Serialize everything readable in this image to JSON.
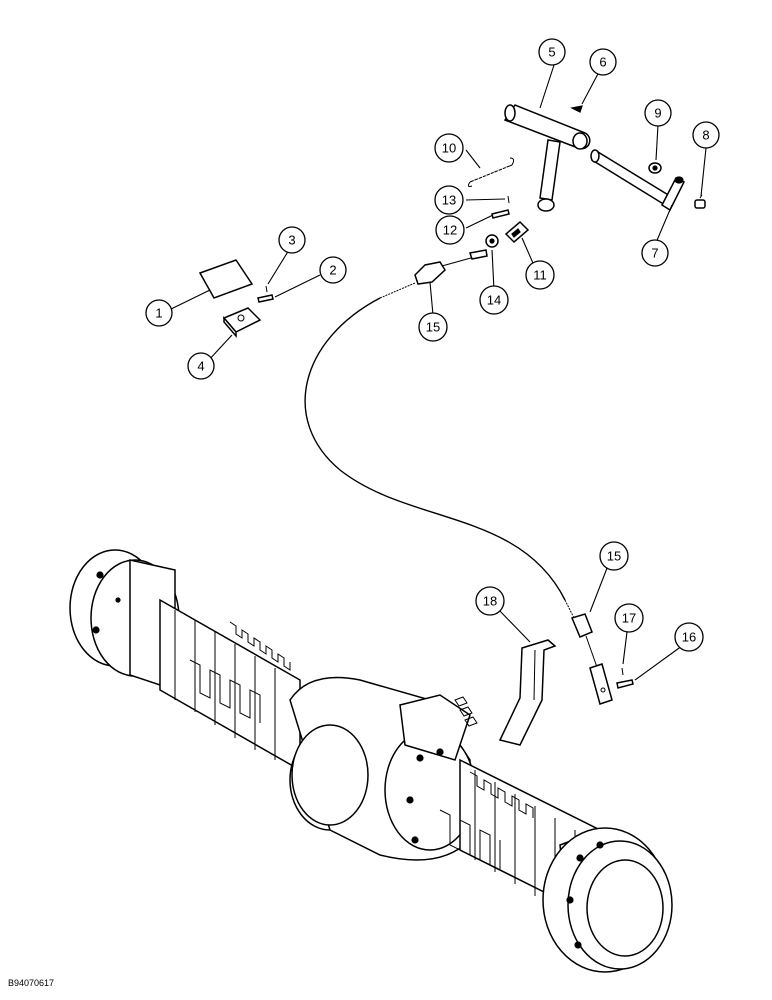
{
  "figure": {
    "id_label": "B94070617"
  },
  "callouts": [
    {
      "label": "1"
    },
    {
      "label": "2"
    },
    {
      "label": "3"
    },
    {
      "label": "4"
    },
    {
      "label": "5"
    },
    {
      "label": "6"
    },
    {
      "label": "7"
    },
    {
      "label": "8"
    },
    {
      "label": "9"
    },
    {
      "label": "10"
    },
    {
      "label": "11"
    },
    {
      "label": "12"
    },
    {
      "label": "13"
    },
    {
      "label": "14"
    },
    {
      "label": "15"
    },
    {
      "label": "15"
    },
    {
      "label": "16"
    },
    {
      "label": "17"
    },
    {
      "label": "18"
    }
  ],
  "colors": {
    "ink": "#000000",
    "paper": "#ffffff",
    "shade": "#e8e8e8"
  }
}
